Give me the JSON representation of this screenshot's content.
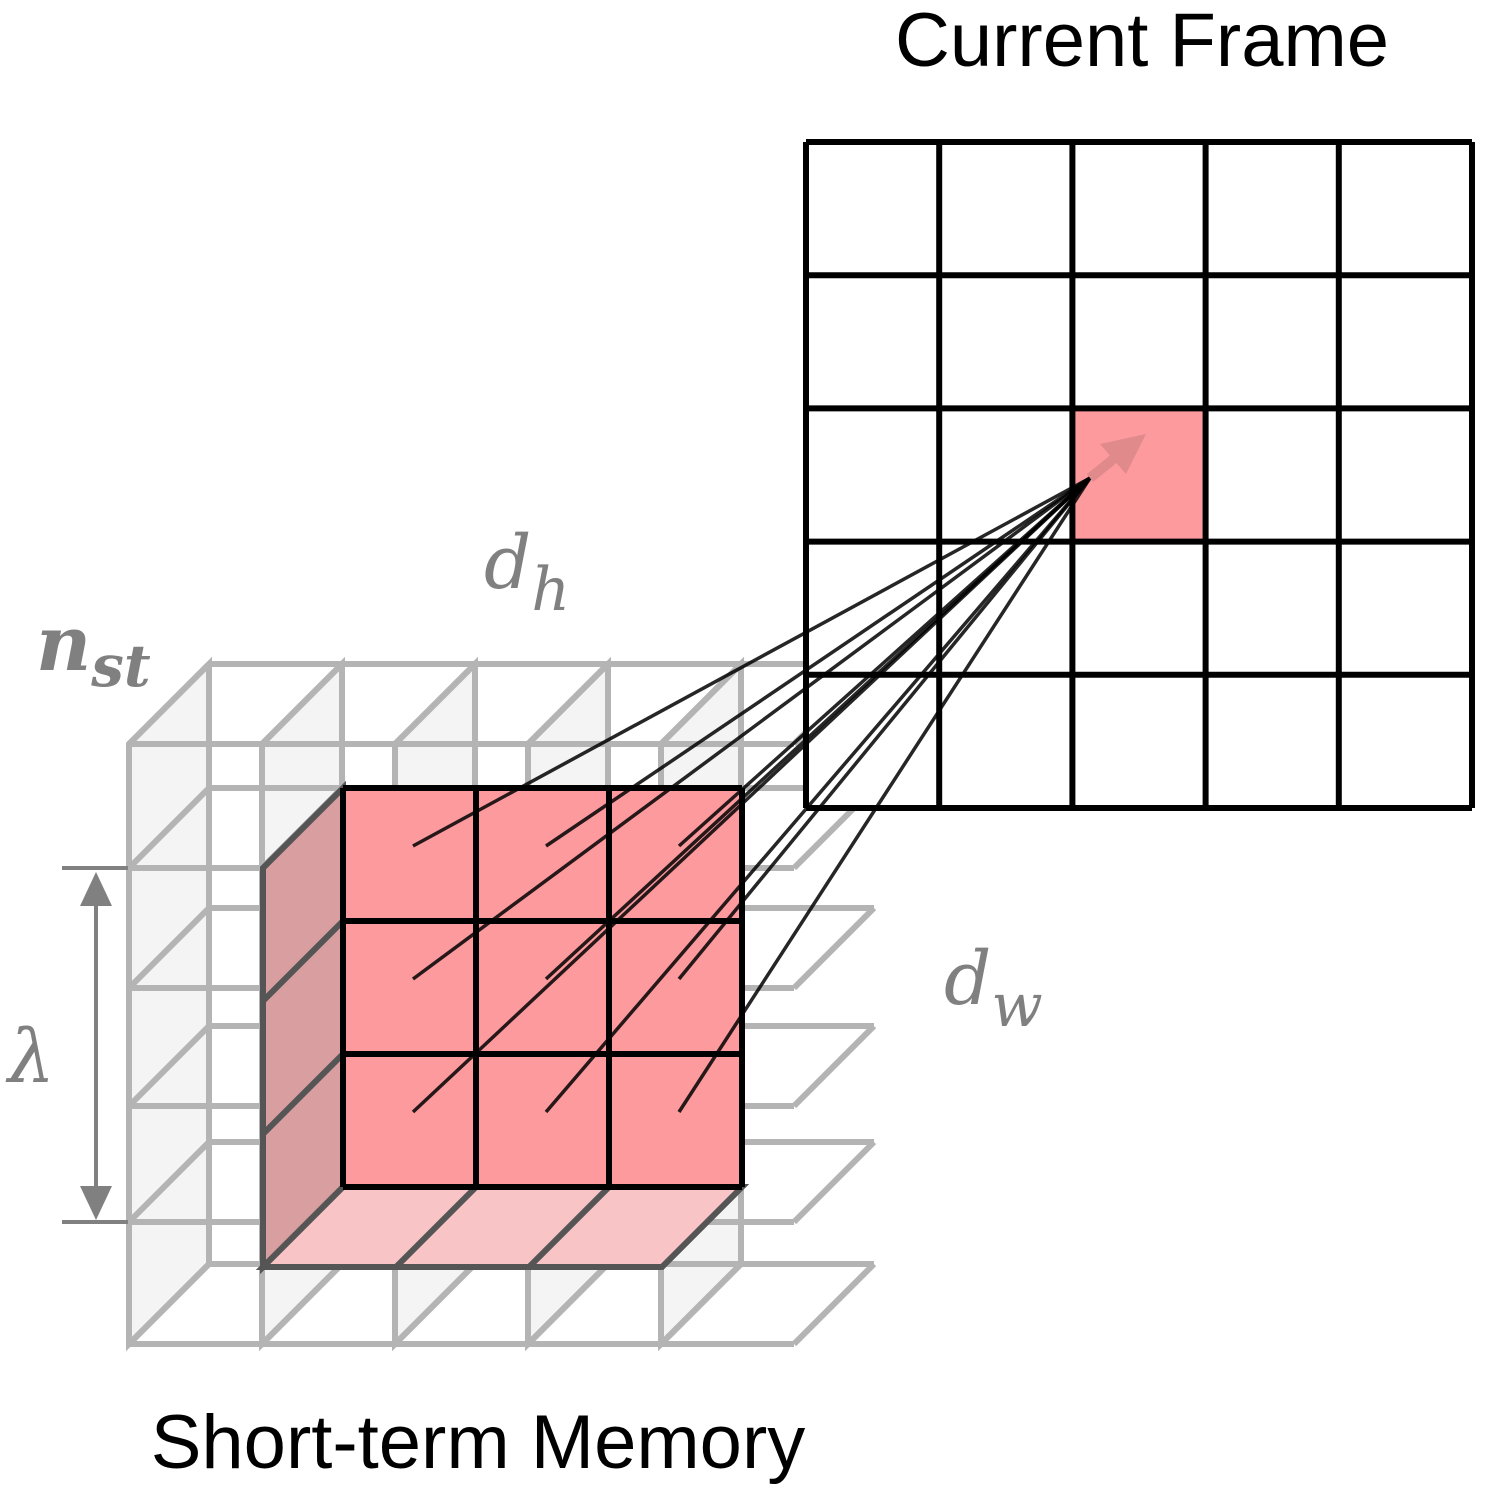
{
  "title": "Current Frame",
  "caption": "Short-term Memory",
  "symbols": {
    "dh": {
      "base": "d",
      "sub": "h"
    },
    "dw": {
      "base": "d",
      "sub": "w"
    },
    "nst": {
      "base": "n",
      "sub": "st"
    },
    "lambda": "λ"
  },
  "current_frame": {
    "rows": 5,
    "cols": 5,
    "highlight": [
      2,
      2
    ]
  },
  "memory": {
    "cols": 5,
    "layers": 5,
    "window": 3
  },
  "colors": {
    "highlight": "#fc9a9e",
    "grid": "#000000",
    "memory_grid": "#b4b4b4",
    "symbol": "#808080"
  }
}
